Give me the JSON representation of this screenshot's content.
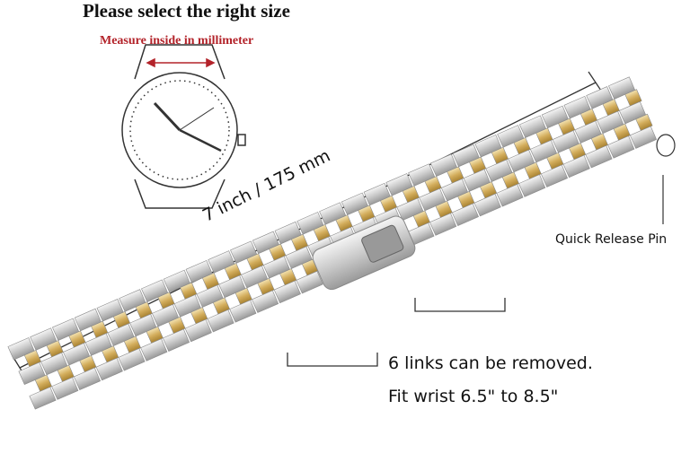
{
  "title": "Please select the right size",
  "measure_label": "Measure inside in millimeter",
  "length_label": "7 inch / 175 mm",
  "pin_label": "Quick Release Pin",
  "links_label": "6 links can be removed.",
  "fit_label": "Fit wrist 6.5\" to 8.5\"",
  "colors": {
    "measure": "#b3232a",
    "silver": "#d9d9d9",
    "gold": "#d8b86a"
  }
}
